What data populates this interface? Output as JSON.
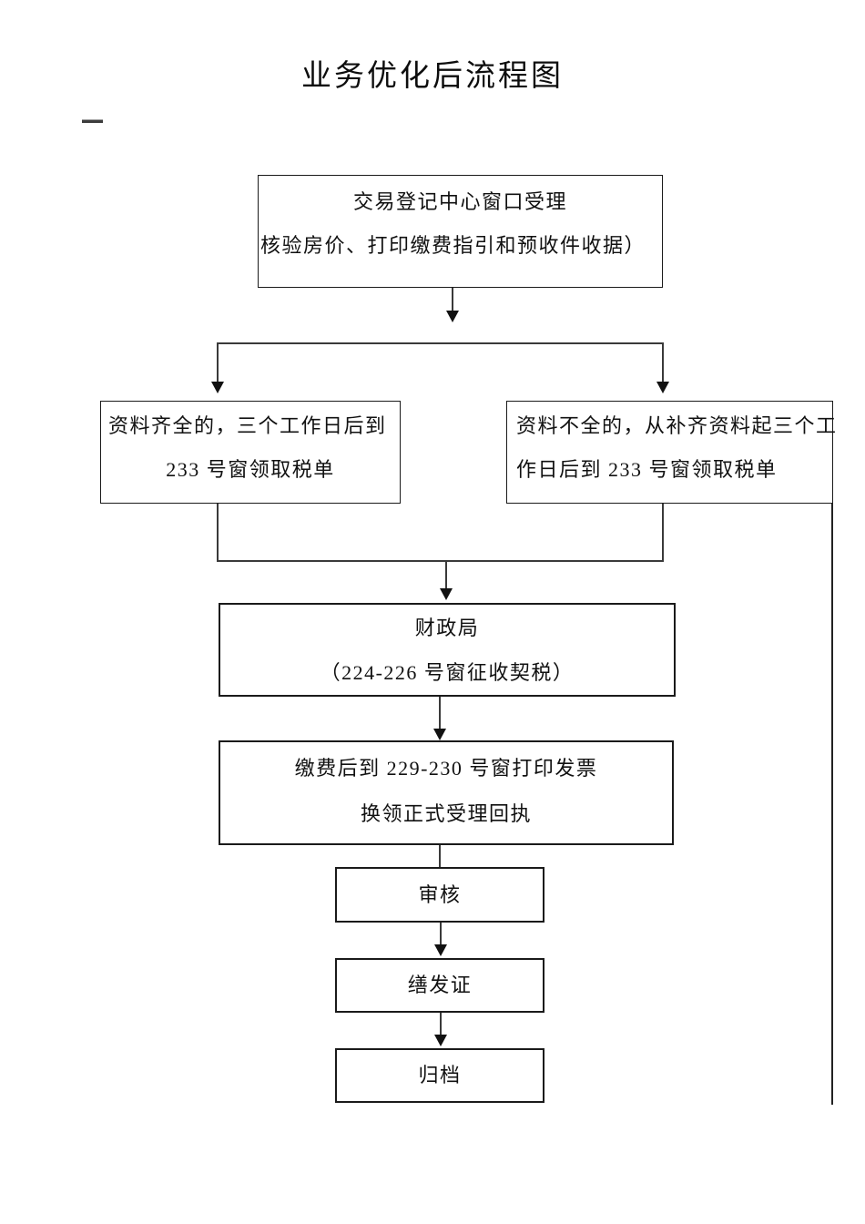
{
  "document": {
    "title": "业务优化后流程图"
  },
  "flowchart": {
    "nodes": {
      "start": {
        "line1": "交易登记中心窗口受理",
        "line2": "核验房价、打印缴费指引和预收件收据）"
      },
      "left": {
        "line1": "资料齐全的，三个工作日后到",
        "line2": "233 号窗领取税单"
      },
      "right": {
        "line1": "资料不全的，从补齐资料起三个工",
        "line2": "作日后到 233 号窗领取税单"
      },
      "finance": {
        "line1": "财政局",
        "line2": "（224-226 号窗征收契税）"
      },
      "pay": {
        "line1": "缴费后到 229-230 号窗打印发票",
        "line2": "换领正式受理回执"
      },
      "review": {
        "label": "审核"
      },
      "issue": {
        "label": "缮发证"
      },
      "archive": {
        "label": "归档"
      }
    }
  },
  "colors": {
    "background": "#ffffff",
    "box_border": "#1a1a1a",
    "connector": "#3a3a3a",
    "text": "#111111"
  }
}
